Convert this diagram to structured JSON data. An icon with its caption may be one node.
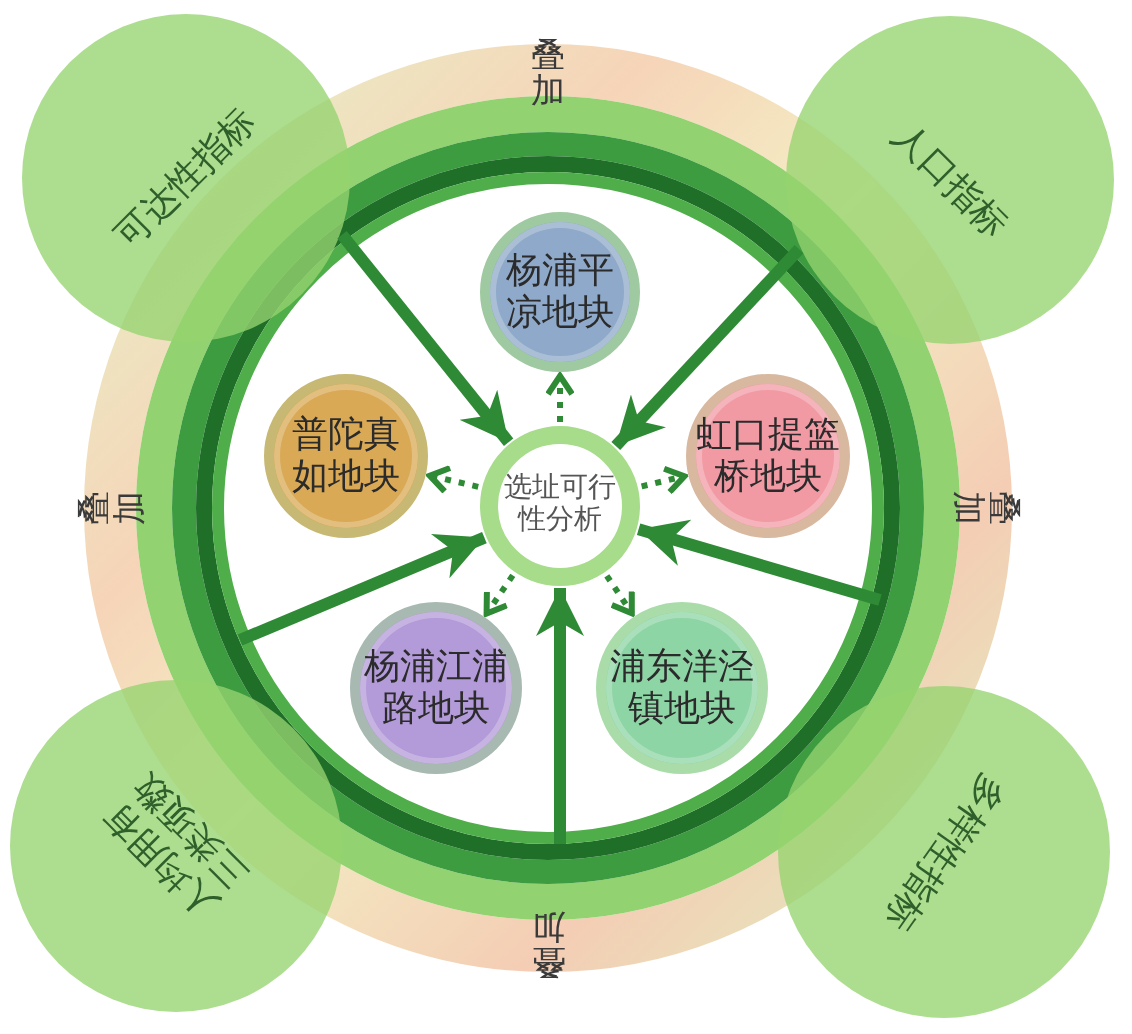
{
  "diagram": {
    "nodes": [
      {
        "text": [
          "可达性指标"
        ]
      },
      {
        "text": [
          "人口指标"
        ]
      },
      {
        "text": [
          "杨浦平凉地块"
        ]
      },
      {
        "text": [
          "普陀真如地块"
        ]
      },
      {
        "text": [
          "选址可行性分析"
        ]
      },
      {
        "text": [
          "虹口提篮桥地块"
        ]
      },
      {
        "text": [
          "杨浦江浦路地块"
        ]
      },
      {
        "text": [
          "浦东洋泾镇地块"
        ]
      },
      {
        "text": [
          "人均用有三类项数"
        ]
      },
      {
        "text": [
          "多样性指标"
        ]
      }
    ],
    "edges": [
      {
        "from": 0,
        "to": 4,
        "arrow": "to",
        "style": "thick"
      },
      {
        "from": 1,
        "to": 4,
        "arrow": "to",
        "style": "thick"
      },
      {
        "from": null,
        "to": 4,
        "arrow": "to",
        "style": "thick"
      },
      {
        "from": null,
        "to": 4,
        "arrow": "to",
        "style": "thick"
      },
      {
        "from": null,
        "to": 4,
        "arrow": "to",
        "style": "thick"
      },
      {
        "from": 4,
        "to": 2,
        "arrow": "to",
        "style": "dashed"
      },
      {
        "from": 4,
        "to": 3,
        "arrow": "to",
        "style": "dashed"
      },
      {
        "from": 4,
        "to": 5,
        "arrow": "to",
        "style": "dashed"
      },
      {
        "from": 4,
        "to": 6,
        "arrow": "to",
        "style": "dashed"
      },
      {
        "from": 4,
        "to": 7,
        "arrow": "to",
        "style": "dashed"
      }
    ],
    "labels": [
      "叠加",
      "叠加",
      "叠加",
      "叠加"
    ]
  }
}
